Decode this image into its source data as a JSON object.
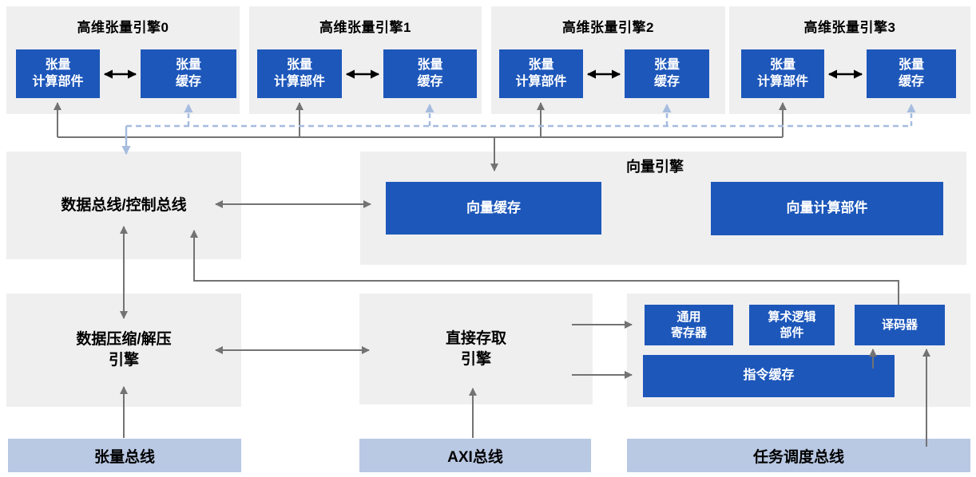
{
  "engines": [
    {
      "title": "高维张量引擎0",
      "compute_unit": "张量\n计算部件",
      "cache": "张量\n缓存"
    },
    {
      "title": "高维张量引擎1",
      "compute_unit": "张量\n计算部件",
      "cache": "张量\n缓存"
    },
    {
      "title": "高维张量引擎2",
      "compute_unit": "张量\n计算部件",
      "cache": "张量\n缓存"
    },
    {
      "title": "高维张量引擎3",
      "compute_unit": "张量\n计算部件",
      "cache": "张量\n缓存"
    }
  ],
  "bus_block": {
    "label": "数据总线/控制总线"
  },
  "vector_engine": {
    "title": "向量引擎",
    "cache": "向量缓存",
    "compute_unit": "向量计算部件"
  },
  "compression_engine": {
    "label": "数据压缩/解压\n引擎"
  },
  "dma_engine": {
    "label": "直接存取\n引擎"
  },
  "scalar_unit": {
    "general_registers": "通用\n寄存器",
    "alu": "算术逻辑\n部件",
    "decoder": "译码器",
    "instruction_cache": "指令缓存"
  },
  "buses": {
    "tensor_bus": "张量总线",
    "axi_bus": "AXI总线",
    "task_bus": "任务调度总线"
  },
  "colors": {
    "component_blue": "#1d57ba",
    "bus_bar_blue": "#b9c8e3",
    "panel_gray": "#efeff0",
    "arrow_gray": "#737373",
    "link_light_blue": "#a6bcdf",
    "arrow_black": "#000000",
    "text_on_blue": "#ffffff",
    "text_black": "#000000"
  }
}
